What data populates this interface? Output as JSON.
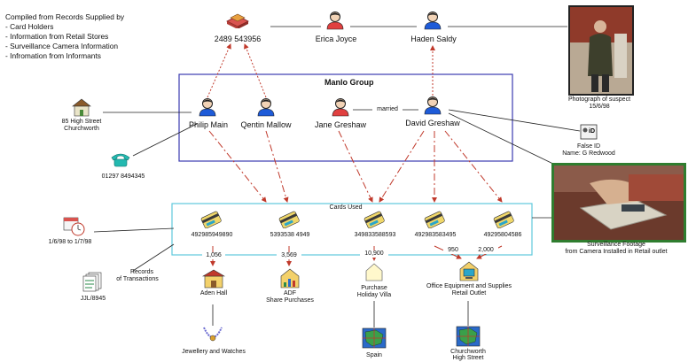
{
  "legend": {
    "title": "Compiled from Records Supplied by",
    "items": [
      "- Card Holders",
      "- Information from Retail Stores",
      "- Surveillance Camera Information",
      "- Infromation from Informants"
    ]
  },
  "people": {
    "erica": "Erica Joyce",
    "haden": "Haden Saldy",
    "philip": "Philip Main",
    "qentin": "Qentin Mallow",
    "jane": "Jane Greshaw",
    "david": "David Greshaw"
  },
  "phone_top": "2489 543956",
  "group": {
    "title": "Manlo Group",
    "married_label": "married"
  },
  "address": {
    "line1": "85 High Street",
    "line2": "Churchworth"
  },
  "phone": "01297 8494345",
  "date_range": "1/6/98 to 1/7/98",
  "records": {
    "line1": "Records",
    "line2": "of Transactions"
  },
  "file": "JJL/8945",
  "cards_used": "Cards Used",
  "cards": [
    "492985949890",
    "5393538 4949",
    "349833588593",
    "492983583495",
    "49295804586"
  ],
  "amounts": [
    "1,056",
    "3,569",
    "10,900",
    "950",
    "2,000"
  ],
  "outlets": {
    "aden": "Aden Hall",
    "adf1": "ADF",
    "adf2": "Share Purchases",
    "villa1": "Purchase",
    "villa2": "Holiday Villa",
    "office1": "Office Equipment  and Supplies",
    "office2": "Retail Outlet",
    "jewel": "Jewellery and Watches",
    "spain": "Spain",
    "church1": "Churchworth",
    "church2": "High Street"
  },
  "suspect": {
    "line1": "Photograph of suspect",
    "line2": "15/6/98"
  },
  "false_id": {
    "line1": "False ID",
    "line2": "Name: G Redwood"
  },
  "surveillance": {
    "line1": "Surveillance Footage",
    "line2": "from Camera Installed in Retail outlet"
  },
  "colors": {
    "link_red": "#c0392b",
    "group_box": "#3b3bb0",
    "cards_box": "#5fc9dc",
    "person_blue": "#1e5bd8",
    "person_red": "#e04040"
  },
  "icons": {
    "person": "person-icon",
    "phone": "telephone-icon",
    "house": "house-icon",
    "clock": "calendar-clock-icon",
    "card": "credit-card-icon",
    "documents": "documents-icon",
    "shop": "shop-icon",
    "chart": "chart-building-icon",
    "villa": "house-outline-icon",
    "computer": "computer-icon",
    "jewellery": "necklace-icon",
    "map": "map-icon",
    "id": "id-card-icon"
  }
}
